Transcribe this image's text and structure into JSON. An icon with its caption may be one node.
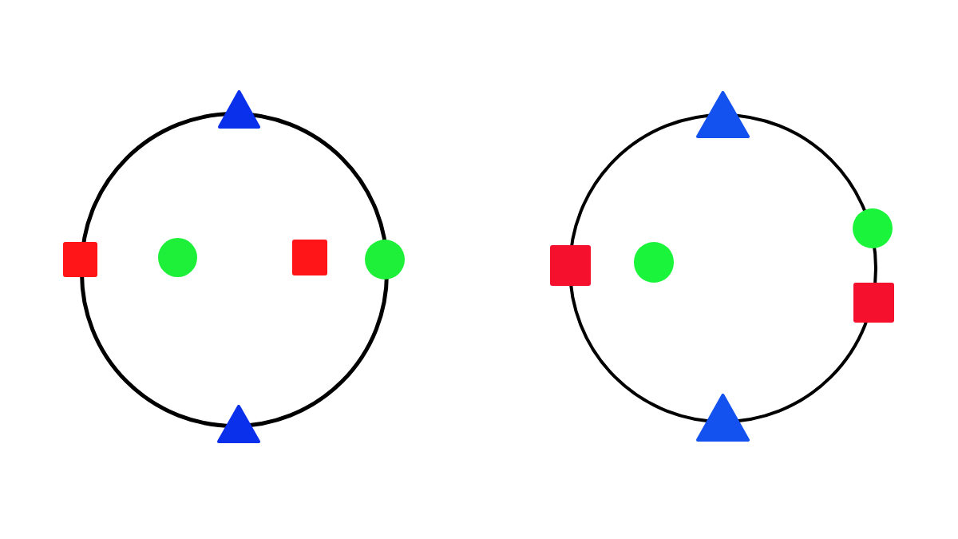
{
  "diagram": {
    "nodes": [
      {
        "text": [],
        "shape": "circle"
      },
      {
        "text": [],
        "shape": "triangle"
      },
      {
        "text": [],
        "shape": "square"
      },
      {
        "text": [],
        "shape": "dot",
        "in": 0
      },
      {
        "text": [],
        "shape": "square",
        "in": 0
      },
      {
        "text": [],
        "shape": "dot"
      },
      {
        "text": [],
        "shape": "triangle"
      },
      {
        "text": [],
        "shape": "circle"
      },
      {
        "text": [],
        "shape": "triangle"
      },
      {
        "text": [],
        "shape": "square"
      },
      {
        "text": [],
        "shape": "dot",
        "in": 7
      },
      {
        "text": [],
        "shape": "dot"
      },
      {
        "text": [],
        "shape": "square"
      },
      {
        "text": [],
        "shape": "triangle"
      }
    ]
  }
}
